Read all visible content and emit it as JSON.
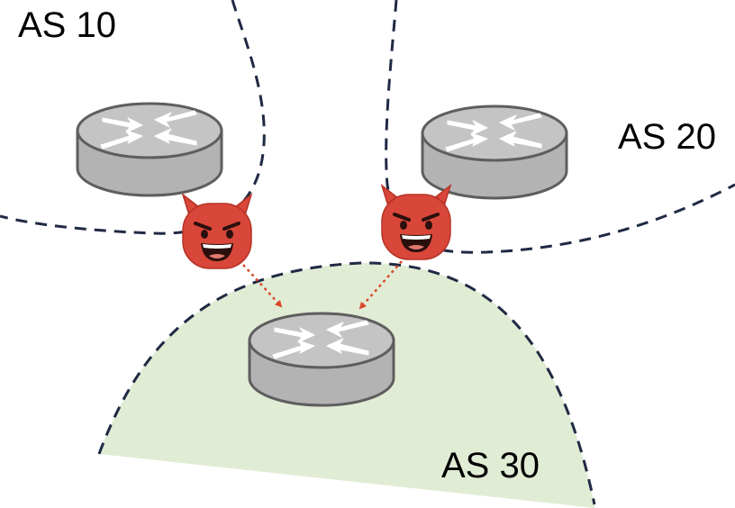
{
  "labels": {
    "as10": "AS 10",
    "as20": "AS 20",
    "as30": "AS 30"
  },
  "colors": {
    "boundary_dash": "#1f2a44",
    "as30_fill": "#e1ecd5",
    "router_body": "#b3b3b3",
    "router_top": "#c4c4c4",
    "router_stroke": "#5e5e5e",
    "router_arrows": "#ffffff",
    "attacker_face": "#d9473a",
    "attack_arrow": "#d94a2b"
  },
  "icons": {
    "router": "router-icon",
    "attacker": "devil-emoji-icon"
  }
}
